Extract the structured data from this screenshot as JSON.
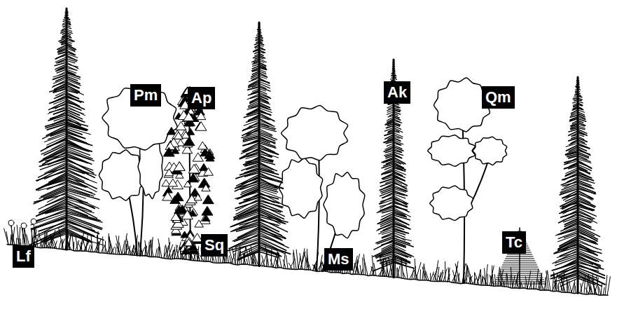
{
  "diagram": {
    "nodes": [
      {
        "text": [
          "Pm"
        ]
      },
      {
        "text": [
          "Ap"
        ]
      },
      {
        "text": [
          "Ak"
        ]
      },
      {
        "text": [
          "Qm"
        ]
      },
      {
        "text": [
          "Lf"
        ]
      },
      {
        "text": [
          "Sq"
        ]
      },
      {
        "text": [
          "Ms"
        ]
      },
      {
        "text": [
          "Tc"
        ]
      }
    ]
  }
}
